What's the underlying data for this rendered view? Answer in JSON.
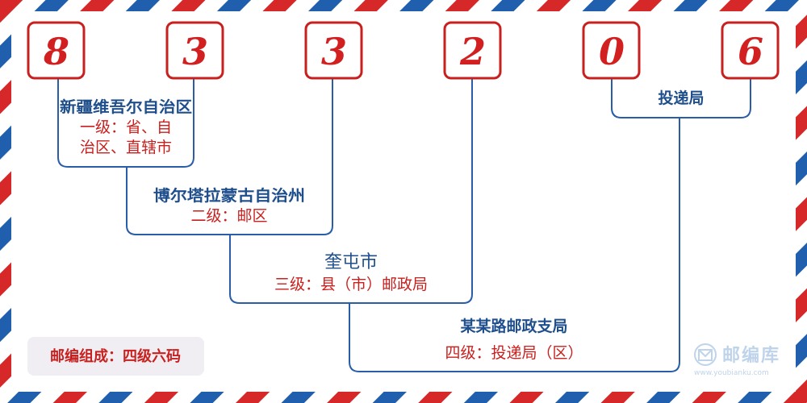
{
  "postcode": {
    "digits": [
      "8",
      "3",
      "3",
      "2",
      "0",
      "6"
    ]
  },
  "levels": {
    "level1": {
      "name": "新疆维吾尔自治区",
      "desc_line1": "一级：省、自",
      "desc_line2": "治区、直辖市"
    },
    "level2": {
      "name": "博尔塔拉蒙古自治州",
      "desc": "二级：邮区"
    },
    "level3": {
      "name": "奎屯市",
      "desc": "三级：县（市）邮政局"
    },
    "level4": {
      "name": "某某路邮政支局",
      "desc": "四级：投递局（区）"
    },
    "delivery": {
      "name": "投递局"
    }
  },
  "summary": {
    "text": "邮编组成：四级六码"
  },
  "brand": {
    "name": "邮编库",
    "url": "www.youbianku.com",
    "icon": "envelope-circle-icon"
  },
  "colors": {
    "red": "#d21f1f",
    "blue": "#1e4f8c",
    "border_blue": "#2a5da8",
    "summary_bg": "#f1eef3",
    "watermark": "#bfd3ea"
  }
}
